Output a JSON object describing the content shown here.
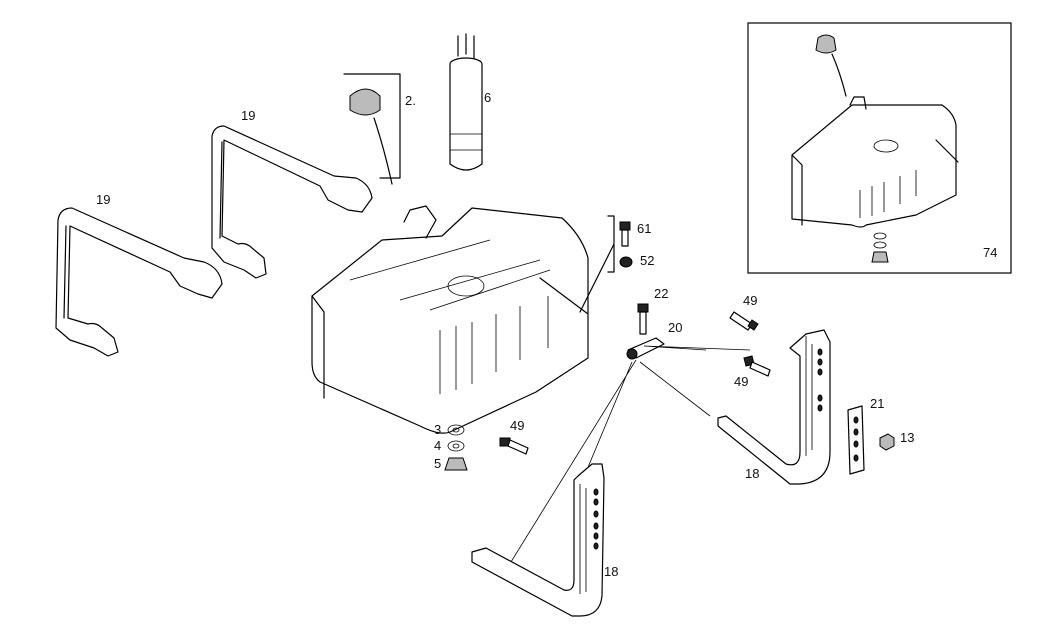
{
  "callouts": {
    "fuel_cap": "2.",
    "level_sender": "6",
    "strap_upper": "19",
    "strap_lower": "19",
    "bolt_top": "61",
    "nut_top": "52",
    "bolt_22": "22",
    "pin_20": "20",
    "bolt_49_top": "49",
    "bolt_49_mid": "49",
    "bolt_49_low": "49",
    "washer_3": "3",
    "washer_4": "4",
    "plug_5": "5",
    "plate_21": "21",
    "nut_13": "13",
    "bracket_right": "18",
    "bracket_left": "18",
    "variant_inset": "74"
  }
}
